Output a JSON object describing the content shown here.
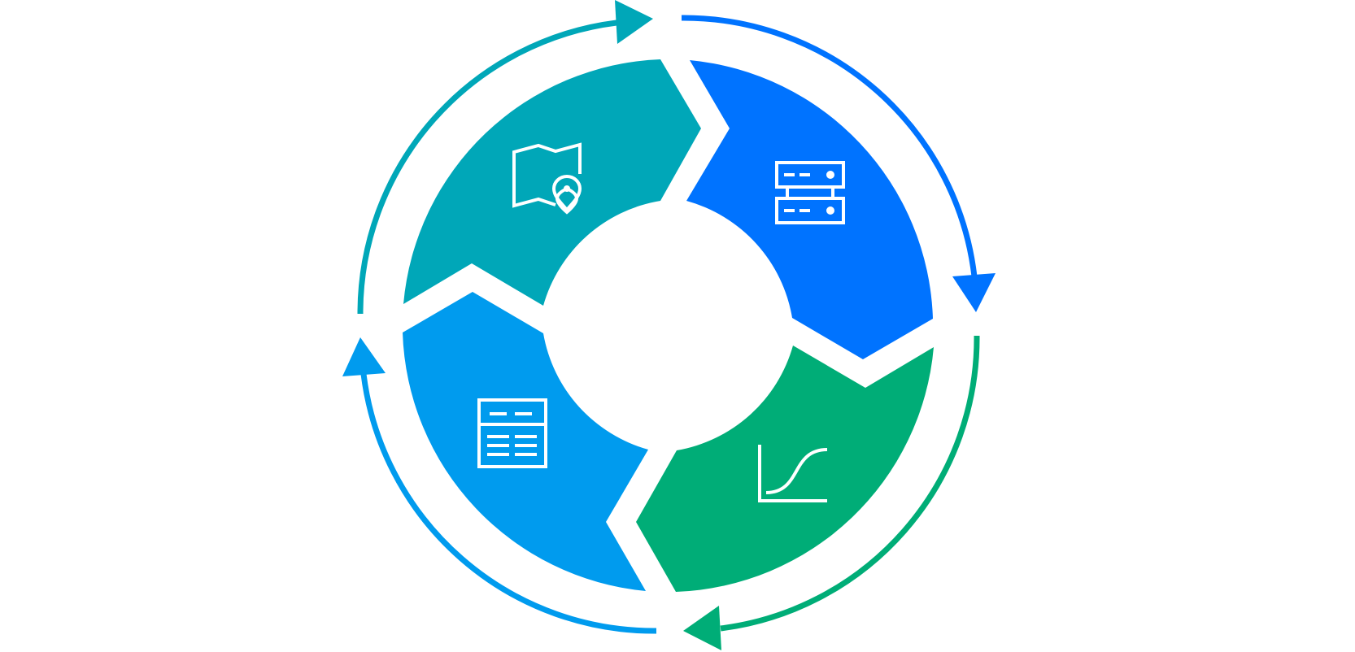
{
  "diagram": {
    "type": "cycle",
    "segments": [
      {
        "id": "map",
        "icon": "map-location-icon",
        "color": "#00a7b8"
      },
      {
        "id": "servers",
        "icon": "server-rack-icon",
        "color": "#0073ff"
      },
      {
        "id": "chart",
        "icon": "growth-chart-icon",
        "color": "#00ad77"
      },
      {
        "id": "table",
        "icon": "data-table-icon",
        "color": "#009bee"
      }
    ],
    "arrows": [
      {
        "from": "table",
        "to": "map",
        "color": "#00a7b8"
      },
      {
        "from": "map",
        "to": "servers",
        "color": "#0073ff"
      },
      {
        "from": "servers",
        "to": "chart",
        "color": "#00ad77"
      },
      {
        "from": "chart",
        "to": "table",
        "color": "#009bee"
      }
    ]
  }
}
